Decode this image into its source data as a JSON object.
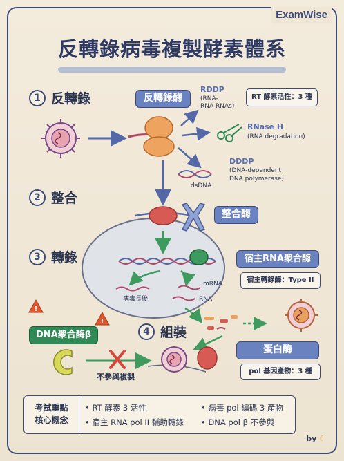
{
  "brand": "ExamWise",
  "title": "反轉錄病毒複製酵素體系",
  "steps": [
    {
      "num": "1",
      "label": "反轉錄"
    },
    {
      "num": "2",
      "label": "整合"
    },
    {
      "num": "3",
      "label": "轉錄"
    },
    {
      "num": "4",
      "label": "組裝"
    }
  ],
  "rt_box": "反轉錄酶",
  "rt_activity": "RT 酵素活性：3 種",
  "rddp": {
    "name": "RDDP",
    "desc1": "(RNA-",
    "desc2": "RNA RNAs)"
  },
  "rnaseh": {
    "name": "RNase H",
    "desc": "(RNA degradation)"
  },
  "dddp": {
    "name": "DDDP",
    "desc1": "(DNA-dependent",
    "desc2": "DNA polymerase)"
  },
  "dsdna": "dsDNA",
  "integrase": "整合酶",
  "host_pol": "宿主RNA聚合酶",
  "host_pol_type": "宿主轉錄酶：Type II",
  "mrna": "mRNA",
  "rna": "RNA",
  "viral_genome": "病毒長後",
  "dna_pol_beta": "DNA聚合酶β",
  "no_replication": "不參與複製",
  "protease": "蛋白酶",
  "pol_products": "pol 基因產物：3 種",
  "summary": {
    "head1": "考試重點",
    "head2": "核心概念",
    "items": [
      "• RT 酵素 3 活性",
      "• 病毒 pol 編碼 3 產物",
      "• 宿主 RNA pol II 輔助轉錄",
      "• DNA pol β 不參與"
    ]
  },
  "byline": "by",
  "colors": {
    "navy": "#3d4a73",
    "blue_box": "#6b82c0",
    "green": "#2f8a55",
    "orange": "#e9a25d",
    "red_x": "#d9473e",
    "warning": "#e0572e"
  }
}
